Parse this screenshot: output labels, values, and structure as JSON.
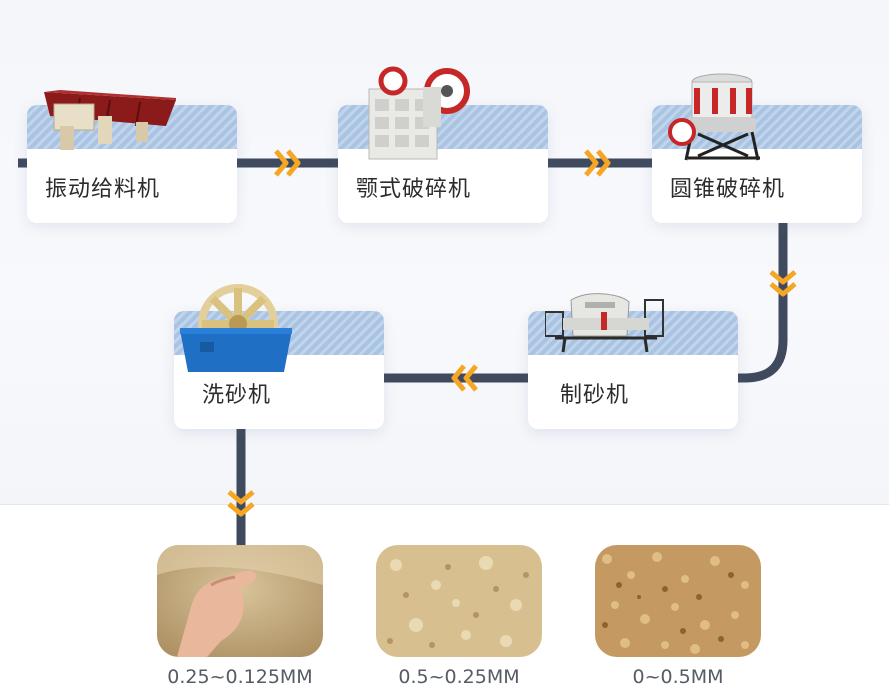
{
  "process": {
    "steps": [
      {
        "label": "振动给料机"
      },
      {
        "label": "颚式破碎机"
      },
      {
        "label": "圆锥破碎机"
      },
      {
        "label": "制砂机"
      },
      {
        "label": "洗砂机"
      }
    ]
  },
  "products": [
    {
      "size": "0.25~0.125MM"
    },
    {
      "size": "0.5~0.25MM"
    },
    {
      "size": "0~0.5MM"
    }
  ],
  "colors": {
    "connector": "#3f4a5e",
    "arrow": "#f5a623",
    "card_band": "#a9c3e3",
    "label_text": "#2c2c2c",
    "size_text": "#555c66"
  },
  "icons": [
    "vibrating-feeder-icon",
    "jaw-crusher-icon",
    "cone-crusher-icon",
    "sand-making-machine-icon",
    "sand-washer-icon"
  ]
}
